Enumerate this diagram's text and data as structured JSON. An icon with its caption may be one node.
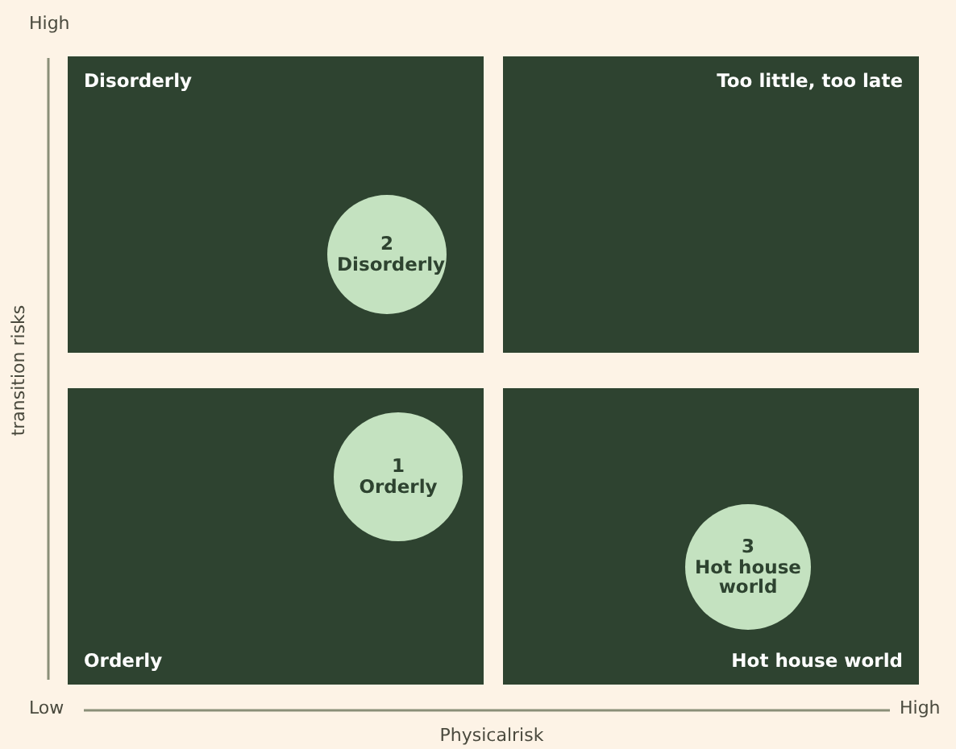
{
  "diagram": {
    "nodes": [
      {
        "text": [
          "Disorderly"
        ]
      },
      {
        "text": [
          "2",
          "Disorderly"
        ],
        "in": 0
      },
      {
        "text": [
          "Too little, too late"
        ]
      },
      {
        "text": [
          "Orderly"
        ]
      },
      {
        "text": [
          "1",
          "Orderly"
        ],
        "in": 3
      },
      {
        "text": [
          "Hot house world"
        ]
      },
      {
        "text": [
          "3",
          "Hot house world"
        ],
        "in": 5
      }
    ],
    "labels": [
      "High",
      "transition risks",
      "Low",
      "High",
      "Physicalrisk"
    ]
  }
}
